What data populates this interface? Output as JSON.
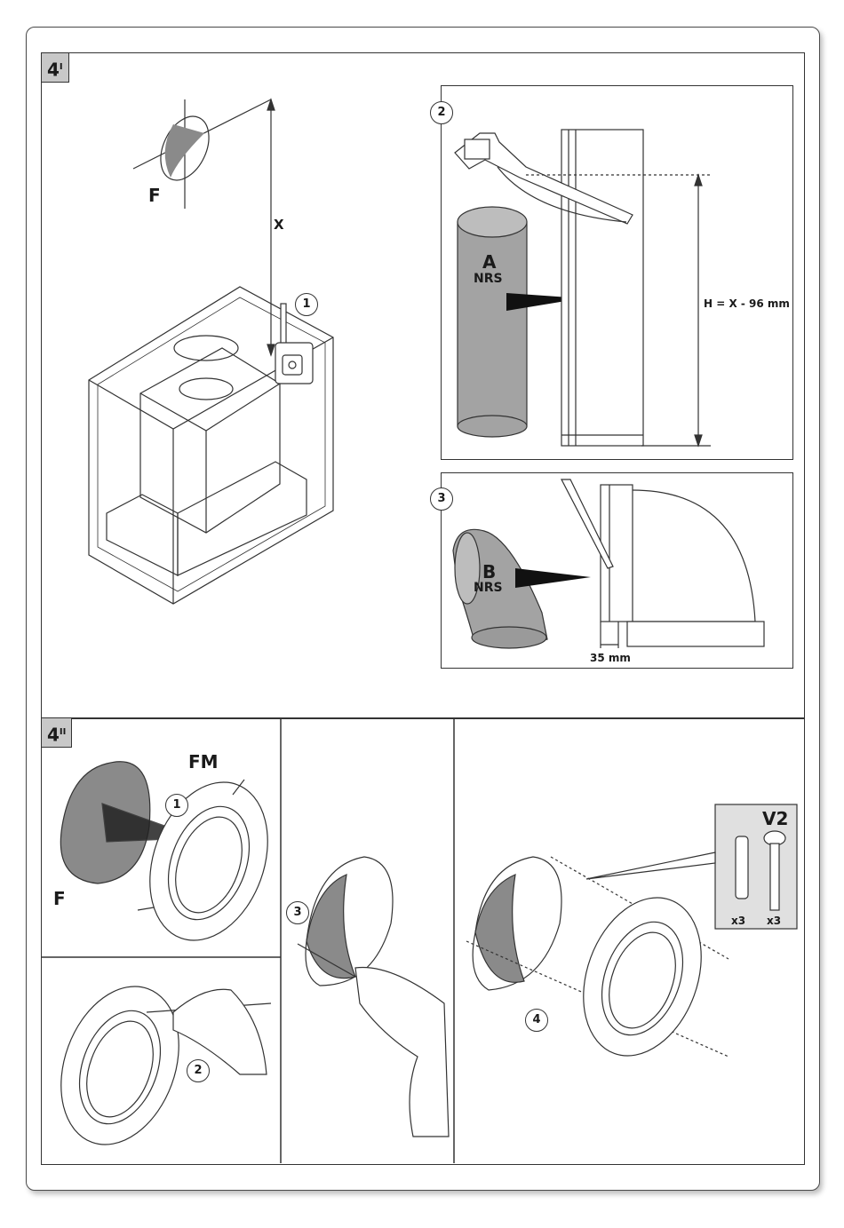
{
  "sections": {
    "top": {
      "tag_main": "4",
      "tag_sup": "I"
    },
    "bottom": {
      "tag_main": "4",
      "tag_sup": "II"
    }
  },
  "top_main": {
    "label_f": "F",
    "label_x": "X",
    "step": "1"
  },
  "panel_2": {
    "step": "2",
    "label_a": "A",
    "label_nrs": "NRS",
    "label_h": "H = X - 96 mm"
  },
  "panel_3": {
    "step": "3",
    "label_b": "B",
    "label_nrs": "NRS",
    "label_dim": "35 mm"
  },
  "bottom_a": {
    "label_fm": "FM",
    "label_f": "F",
    "step": "1"
  },
  "bottom_b": {
    "step": "2"
  },
  "bottom_c": {
    "step": "3"
  },
  "bottom_d": {
    "step": "4",
    "kit_label": "V2",
    "qty_plug": "x3",
    "qty_screw": "x3"
  },
  "colors": {
    "shade": "#8a8a8a",
    "tag_bg": "#c8c8c8",
    "line": "#333333"
  }
}
